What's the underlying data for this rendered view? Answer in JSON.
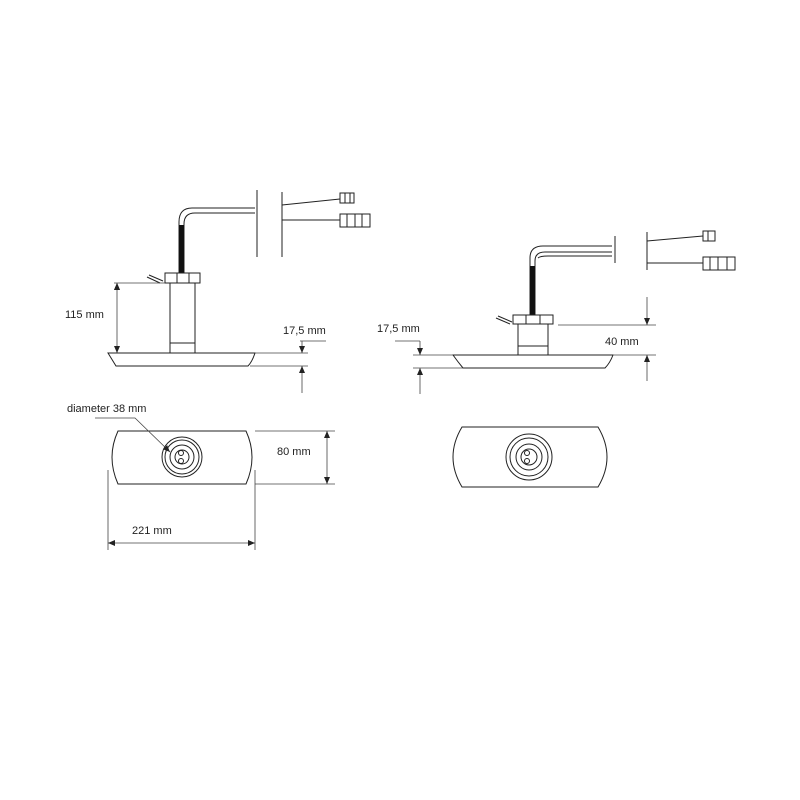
{
  "title": "Transducer dimension drawing",
  "left_view": {
    "height_label": "115 mm",
    "plate_thickness_label": "17,5 mm",
    "diameter_label": "diameter 38 mm",
    "width_label": "80 mm",
    "length_label": "221 mm"
  },
  "right_view": {
    "plate_thickness_label": "17,5 mm",
    "height_label": "40 mm"
  }
}
